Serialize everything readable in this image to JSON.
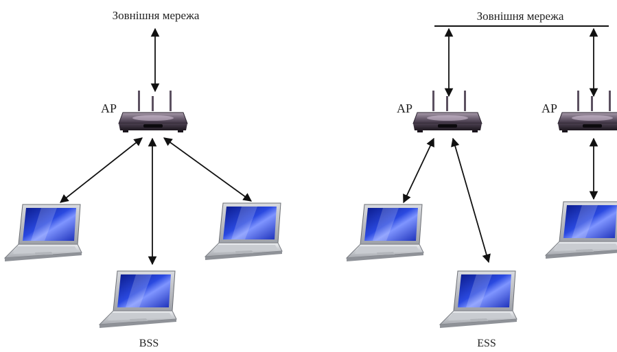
{
  "bss": {
    "network_label": "Зовнішня мережа",
    "ap_label": "AP",
    "caption": "BSS"
  },
  "ess": {
    "network_label": "Зовнішня мережа",
    "ap1_label": "AP",
    "ap2_label": "AP",
    "caption": "ESS"
  },
  "icons": [
    "router-icon",
    "laptop-icon",
    "double-arrow"
  ]
}
